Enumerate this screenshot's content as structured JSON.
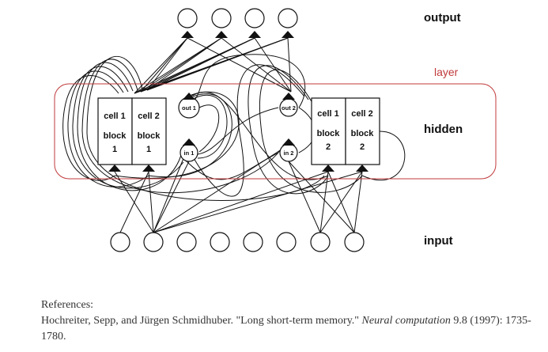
{
  "diagram": {
    "labels": {
      "output": "output",
      "hidden": "hidden",
      "input": "input",
      "layer": "layer"
    },
    "block1": {
      "cell_a": "cell 1",
      "cell_b": "cell 2",
      "block_word": "block",
      "block_num": "1",
      "out_gate": "out 1",
      "in_gate": "in 1"
    },
    "block2": {
      "cell_a": "cell 1",
      "cell_b": "cell 2",
      "block_word": "block",
      "block_num": "2",
      "out_gate": "out 2",
      "in_gate": "in 2"
    },
    "output_units": 4,
    "input_units": 8,
    "colors": {
      "layer_box": "#c0393b",
      "lines": "#111111"
    }
  },
  "references": {
    "heading": "References:",
    "authors": "Hochreiter, Sepp, and Jürgen Schmidhuber. \"Long short-term memory.\"",
    "journal": "Neural computation",
    "details": "9.8 (1997): 1735-1780."
  }
}
